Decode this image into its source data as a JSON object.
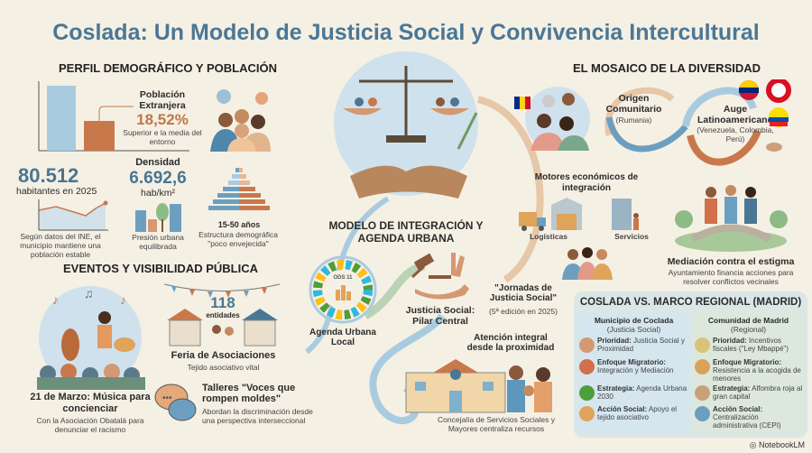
{
  "title": "Coslada: Un Modelo de Justicia Social y Convivencia Intercultural",
  "demografia": {
    "heading": "PERFIL DEMOGRÁFICO Y POBLACIÓN",
    "extranjera_label": "Población Extranjera",
    "extranjera_value": "18,52%",
    "extranjera_note": "Superior e la media del entorno",
    "habitantes_value": "80.512",
    "habitantes_label": "habitantes en 2025",
    "habitantes_note": "Según datos del INE, el municipio mantiene una población estable",
    "densidad_label": "Densidad",
    "densidad_value": "6.692,6",
    "densidad_unit": "hab/km²",
    "densidad_note": "Presión urbana equilibrada",
    "piramide_label": "15-50 años",
    "piramide_note": "Estructura demográfica \"poco envejecida\""
  },
  "eventos": {
    "heading": "EVENTOS Y VISIBILIDAD PÚBLICA",
    "marzo_title": "21 de Marzo: Música para concienciar",
    "marzo_note": "Con la Asociación Obatalá para denunciar el racismo",
    "feria_count": "118",
    "feria_count_label": "entidades",
    "feria_title": "Feria de Asociaciones",
    "feria_note": "Tejido asociativo vital",
    "talleres_title": "Talleres \"Voces que rompen moldes\"",
    "talleres_note": "Abordan la discriminación desde una perspectiva interseccional"
  },
  "modelo": {
    "heading": "MODELO DE INTEGRACIÓN Y AGENDA URBANA",
    "ods": "ODS 11",
    "agenda": "Agenda Urbana Local",
    "justicia": "Justicia Social: Pilar Central",
    "jornadas": "\"Jornadas de Justicia Social\"",
    "jornadas_note": "(5ª edición en 2025)",
    "atencion": "Atención integral desde la proximidad",
    "atencion_note": "Concejalía de Servicios Sociales y Mayores centraliza recursos"
  },
  "mosaico": {
    "heading": "EL MOSAICO DE LA DIVERSIDAD",
    "origen": "Origen Comunitario",
    "origen_note": "(Rumania)",
    "auge": "Auge Latinoamericano",
    "auge_note": "(Venezuela, Colombia, Perú)",
    "motores": "Motores económicos de integración",
    "logisticas": "Logísticas",
    "servicios": "Servicios",
    "mediacion": "Mediación contra el estigma",
    "mediacion_note": "Ayuntamiento financia acciones para resolver conflictos vecinales"
  },
  "comparativa": {
    "heading": "COSLADA VS. MARCO REGIONAL (MADRID)",
    "col1_title": "Municipio de Coclada",
    "col1_sub": "(Justicia Social)",
    "col2_title": "Comunidad de Madrid",
    "col2_sub": "(Regional)",
    "col1": [
      {
        "k": "Prioridad:",
        "v": "Justicia Social y Proximidad",
        "icon": "handshake-icon"
      },
      {
        "k": "Enfoque Migratorio:",
        "v": "Integración y Mediación",
        "icon": "heart-icon"
      },
      {
        "k": "Estrategia:",
        "v": "Agenda Urbana 2030",
        "icon": "ods-wheel-icon"
      },
      {
        "k": "Acción Social:",
        "v": "Apoyo el tejido asociativo",
        "icon": "hands-heart-icon"
      }
    ],
    "col2": [
      {
        "k": "Prioridad:",
        "v": "Incentivos fiscales (\"Ley Mbappé\")",
        "icon": "money-bag-icon"
      },
      {
        "k": "Enfoque Migratorio:",
        "v": "Resistencia a la acogida de menores",
        "icon": "money-stack-icon"
      },
      {
        "k": "Estrategia:",
        "v": "Alfombra roja al gran capital",
        "icon": "bank-icon"
      },
      {
        "k": "Acción Social:",
        "v": "Centralización administrativa (CEPI)",
        "icon": "office-building-icon"
      }
    ]
  },
  "brand": "NotebookLM",
  "colors": {
    "blue": "#4a7796",
    "orange": "#c0774a",
    "bg": "#f5f0e4"
  }
}
